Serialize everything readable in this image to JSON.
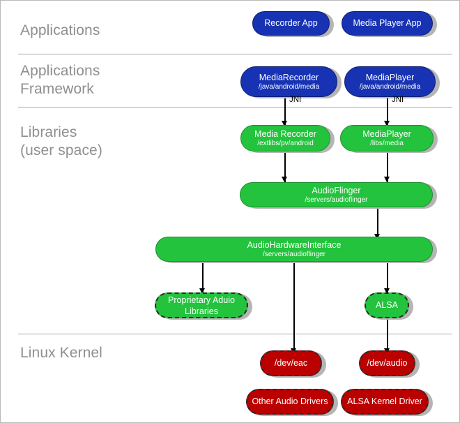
{
  "diagram": {
    "title": "Android Audio Architecture",
    "colors": {
      "blue": "#1733b4",
      "green": "#23c33d",
      "red": "#bb0000",
      "label_gray": "#8f8f8f",
      "separator": "#a6a6a6",
      "shadow": "#b5b5b5",
      "text": "#ffffff"
    },
    "layers": [
      {
        "id": "applications",
        "label": "Applications"
      },
      {
        "id": "applications-framework",
        "label": "Applications\nFramework"
      },
      {
        "id": "libraries",
        "label": " Libraries\n(user space)"
      },
      {
        "id": "linux-kernel",
        "label": "Linux Kernel"
      }
    ],
    "nodes": [
      {
        "id": "recorder-app",
        "title": "Recorder App",
        "subtitle": "",
        "color": "blue"
      },
      {
        "id": "media-player-app",
        "title": "Media Player App",
        "subtitle": "",
        "color": "blue"
      },
      {
        "id": "mediarecorder-framework",
        "title": "MediaRecorder",
        "subtitle": "/java/android/media",
        "color": "blue"
      },
      {
        "id": "mediaplayer-framework",
        "title": "MediaPlayer",
        "subtitle": "/java/android/media",
        "color": "blue"
      },
      {
        "id": "media-recorder-lib",
        "title": "Media Recorder",
        "subtitle": "/extlibs/pv/android",
        "color": "green"
      },
      {
        "id": "mediaplayer-lib",
        "title": "MediaPlayer",
        "subtitle": "/libs/media",
        "color": "green"
      },
      {
        "id": "audioflinger",
        "title": "AudioFlinger",
        "subtitle": "/servers/audioflinger",
        "color": "green"
      },
      {
        "id": "audiohardwareinterface",
        "title": "AudioHardwareInterface",
        "subtitle": "/servers/audioflinger",
        "color": "green"
      },
      {
        "id": "proprietary-audio-libraries",
        "title": "Proprietary Aduio Libraries",
        "subtitle": "",
        "color": "green-dashed"
      },
      {
        "id": "alsa",
        "title": "ALSA",
        "subtitle": "",
        "color": "green-dashed"
      },
      {
        "id": "dev-eac",
        "title": "/dev/eac",
        "subtitle": "",
        "color": "red-dashed"
      },
      {
        "id": "dev-audio",
        "title": "/dev/audio",
        "subtitle": "",
        "color": "red-dashed"
      },
      {
        "id": "other-audio-drivers",
        "title": "Other Audio Drivers",
        "subtitle": "",
        "color": "red-dashed"
      },
      {
        "id": "alsa-kernel-driver",
        "title": "ALSA Kernel Driver",
        "subtitle": "",
        "color": "red-dashed"
      }
    ],
    "edge_labels": [
      {
        "id": "jni-left",
        "text": "JNI"
      },
      {
        "id": "jni-right",
        "text": "JNI"
      }
    ]
  }
}
